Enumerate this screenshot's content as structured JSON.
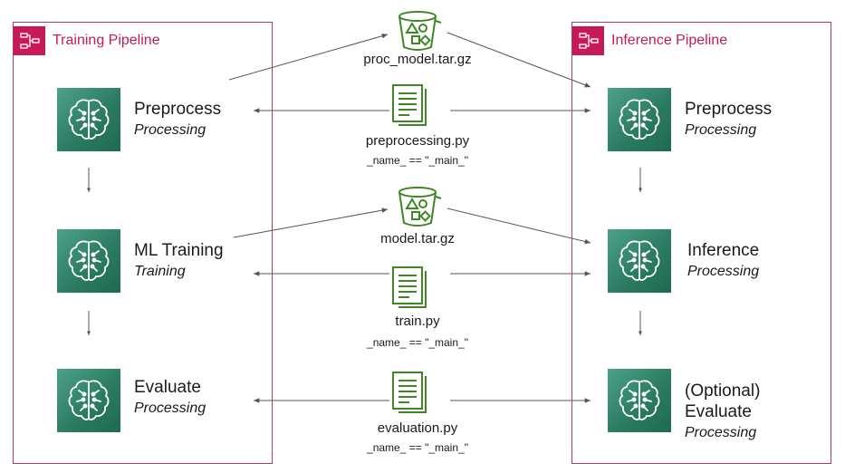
{
  "training_pipeline": {
    "title": "Training Pipeline",
    "steps": [
      {
        "name": "Preprocess",
        "type": "Processing"
      },
      {
        "name": "ML Training",
        "type": "Training"
      },
      {
        "name": "Evaluate",
        "type": "Processing"
      }
    ]
  },
  "inference_pipeline": {
    "title": "Inference Pipeline",
    "steps": [
      {
        "name": "Preprocess",
        "type": "Processing"
      },
      {
        "name": "Inference",
        "type": "Processing"
      },
      {
        "name": "(Optional)",
        "name2": "Evaluate",
        "type": "Processing"
      }
    ]
  },
  "artifacts": {
    "proc_model": "proc_model.tar.gz",
    "preprocessing_script": "preprocessing.py",
    "preprocessing_main": "_name_ == \"_main_\"",
    "model": "model.tar.gz",
    "train_script": "train.py",
    "train_main": "_name_ == \"_main_\"",
    "evaluation_script": "evaluation.py",
    "evaluation_main": "_name_ == \"_main_\""
  },
  "colors": {
    "pipeline_accent": "#c7185a",
    "step_icon": "#2b7c62",
    "resource_icon": "#3f8624",
    "arrow": "#555555"
  },
  "icons": {
    "pipeline": "step-functions-icon",
    "step": "sagemaker-brain-icon",
    "bucket": "s3-bucket-icon",
    "script": "document-icon"
  }
}
